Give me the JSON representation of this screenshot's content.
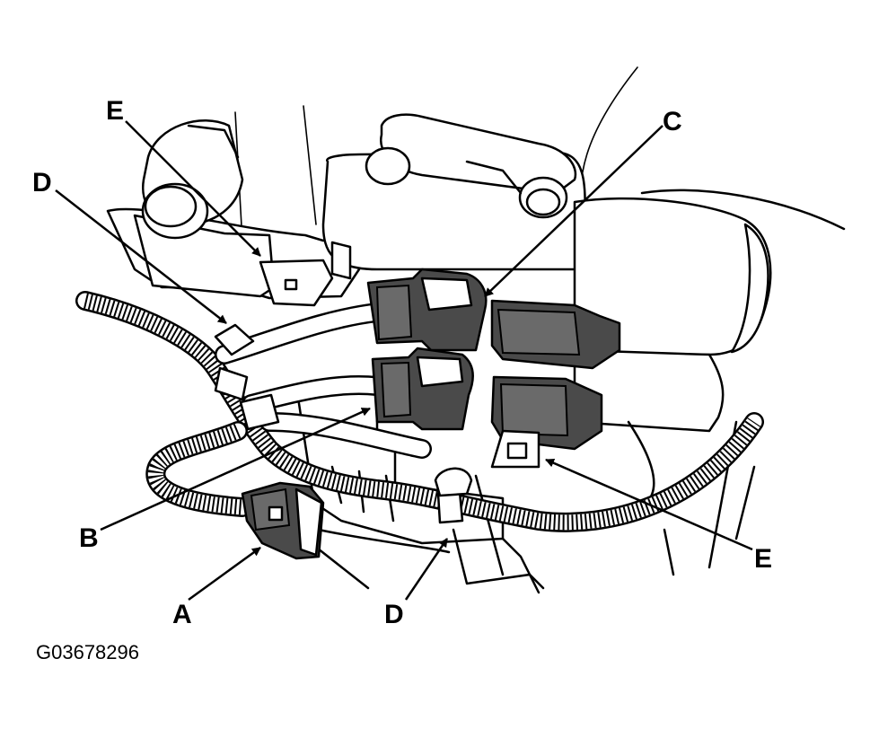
{
  "labels": {
    "a": "A",
    "b": "B",
    "c": "C",
    "d_left": "D",
    "d_bottom": "D",
    "e_top": "E",
    "e_right": "E"
  },
  "figure_code": "G03678296"
}
